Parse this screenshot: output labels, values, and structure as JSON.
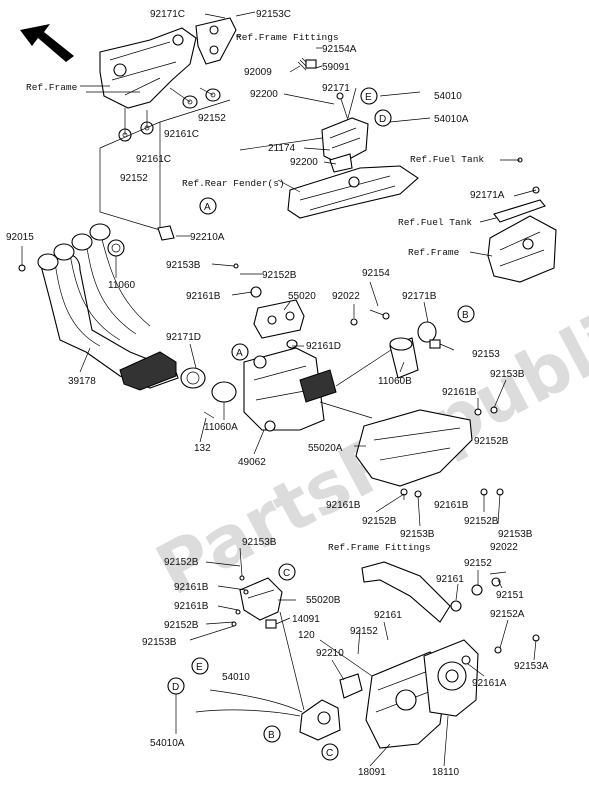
{
  "watermark": "PartsRepublik",
  "callouts": [
    "A",
    "B",
    "C",
    "D",
    "E"
  ],
  "labels": {
    "l92171C": "92171C",
    "l92153C": "92153C",
    "lRefFrameFittings1": "Ref.Frame Fittings",
    "l92154A": "92154A",
    "l92009": "92009",
    "l59091": "59091",
    "l92200a": "92200",
    "l92171": "92171",
    "l54010": "54010",
    "l54010A": "54010A",
    "lRefFrame1": "Ref.Frame",
    "l92152a": "92152",
    "l92161C1": "92161C",
    "l92161C2": "92161C",
    "l92152b": "92152",
    "l21174": "21174",
    "l92200b": "92200",
    "lRefFuelTank1": "Ref.Fuel Tank",
    "l92171A": "92171A",
    "lRefRearFender": "Ref.Rear Fender(s)",
    "lRefFuelTank2": "Ref.Fuel Tank",
    "lRefFrame2": "Ref.Frame",
    "l92210A": "92210A",
    "l92015": "92015",
    "l11060": "11060",
    "l92153B1": "92153B",
    "l92152B1": "92152B",
    "l92154": "92154",
    "l92161B1": "92161B",
    "l55020": "55020",
    "l92022a": "92022",
    "l92171B": "92171B",
    "l92161D": "92161D",
    "l92171D": "92171D",
    "l92153": "92153",
    "l39178": "39178",
    "l11060B": "11060B",
    "l92153B2": "92153B",
    "l92161B2": "92161B",
    "l11060A": "11060A",
    "l92152B2": "92152B",
    "l132": "132",
    "l55020A": "55020A",
    "l49062": "49062",
    "l92161B3": "92161B",
    "l92161B4": "92161B",
    "l92152B3": "92152B",
    "l92153B3": "92153B",
    "l92152B4": "92152B",
    "l92153B4": "92153B",
    "l92152B5": "92152B",
    "l92153B5": "92153B",
    "lRefFrameFittings2": "Ref.Frame Fittings",
    "l92022b": "92022",
    "l92161B5": "92161B",
    "l55020B": "55020B",
    "l92152c": "92152",
    "l92161B6": "92161B",
    "l92161a": "92161",
    "l92151": "92151",
    "l92152B6": "92152B",
    "l14091": "14091",
    "l92161b": "92161",
    "l92152A": "92152A",
    "l92153B6": "92153B",
    "l120": "120",
    "l92152d": "92152",
    "l92210": "92210",
    "l92153A": "92153A",
    "l54010b": "54010",
    "l92161A": "92161A",
    "l54010A2": "54010A",
    "l18091": "18091",
    "l18110": "18110"
  }
}
